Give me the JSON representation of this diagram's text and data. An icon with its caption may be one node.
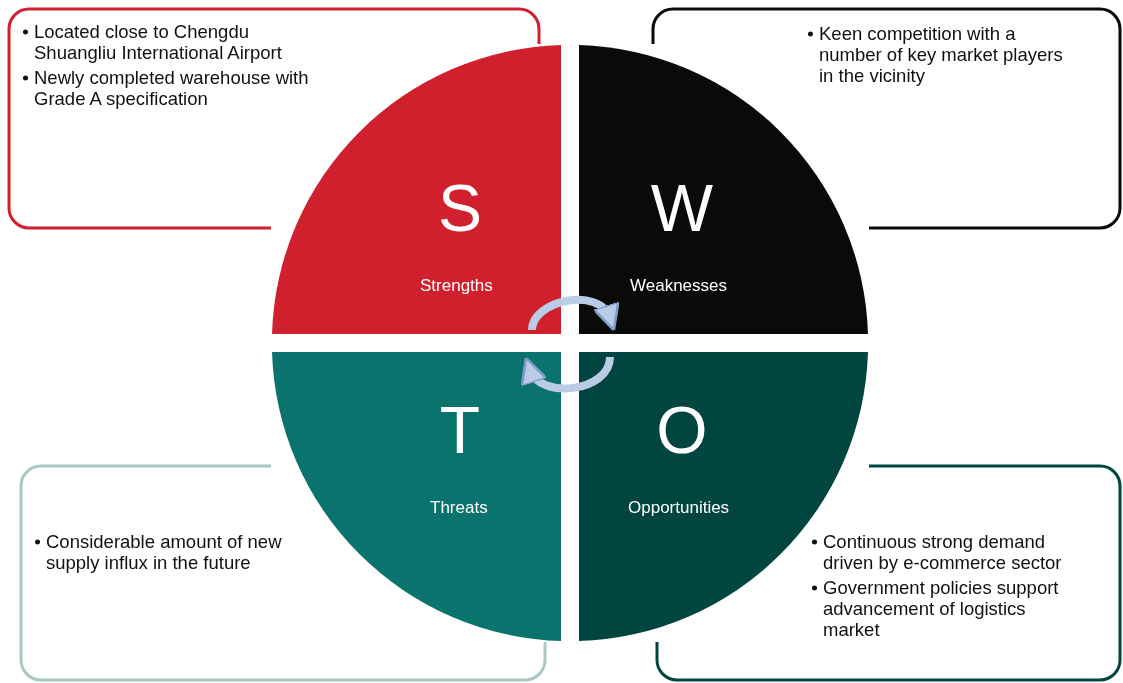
{
  "diagram": {
    "nodes": [
      {
        "text": [
          "Located close to Chengdu Shuangliu International Airport",
          "Newly completed warehouse with Grade A specification"
        ]
      },
      {
        "text": [
          "Keen competition with a number of key market players in the vicinity"
        ]
      },
      {
        "text": [
          "S",
          "Strengths"
        ]
      },
      {
        "text": [
          "W",
          "Weaknesses"
        ]
      },
      {
        "text": [
          "T",
          "Threats"
        ]
      },
      {
        "text": [
          "O",
          "Opportunities"
        ]
      },
      {
        "text": [
          "Considerable amount of new supply influx in the future"
        ]
      },
      {
        "text": [
          "Continuous strong demand driven by e-commerce sector",
          "Government policies support advancement of logistics market"
        ]
      }
    ],
    "edges": [
      {
        "from": 2,
        "to": 3,
        "arrow": "to"
      },
      {
        "from": 5,
        "to": 4,
        "arrow": "to"
      }
    ]
  }
}
